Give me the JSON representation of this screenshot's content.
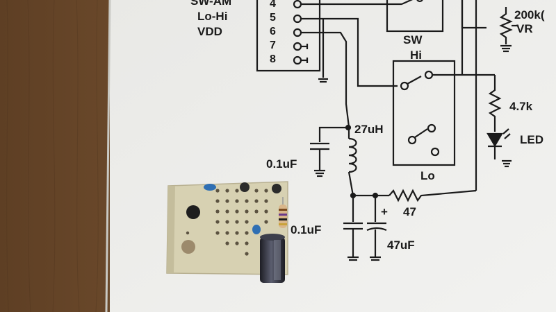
{
  "signals": {
    "sw_am": "SW-AM",
    "lo_hi": "Lo-Hi",
    "vdd": "VDD"
  },
  "connector": {
    "pins": [
      "4",
      "5",
      "6",
      "7",
      "8"
    ]
  },
  "switches": {
    "sw_top": "SW",
    "hi": "Hi",
    "lo": "Lo"
  },
  "components": {
    "vr_value": "200k(",
    "vr_name": "VR",
    "resistor_led": "4.7k",
    "led": "LED",
    "inductor": "27uH",
    "cap_upper": "0.1uF",
    "cap_lower": "0.1uF",
    "resistor_47": "47",
    "elec_cap": "47uF",
    "polarity": "+"
  },
  "colors": {
    "paper": "#eeeeec",
    "wood": "#6b4a2c",
    "ink": "#1a1a1a",
    "pcb": "#d9d3b4",
    "ceramic_cap": "#2f6fb3",
    "electrolytic": "#2a2a33"
  }
}
